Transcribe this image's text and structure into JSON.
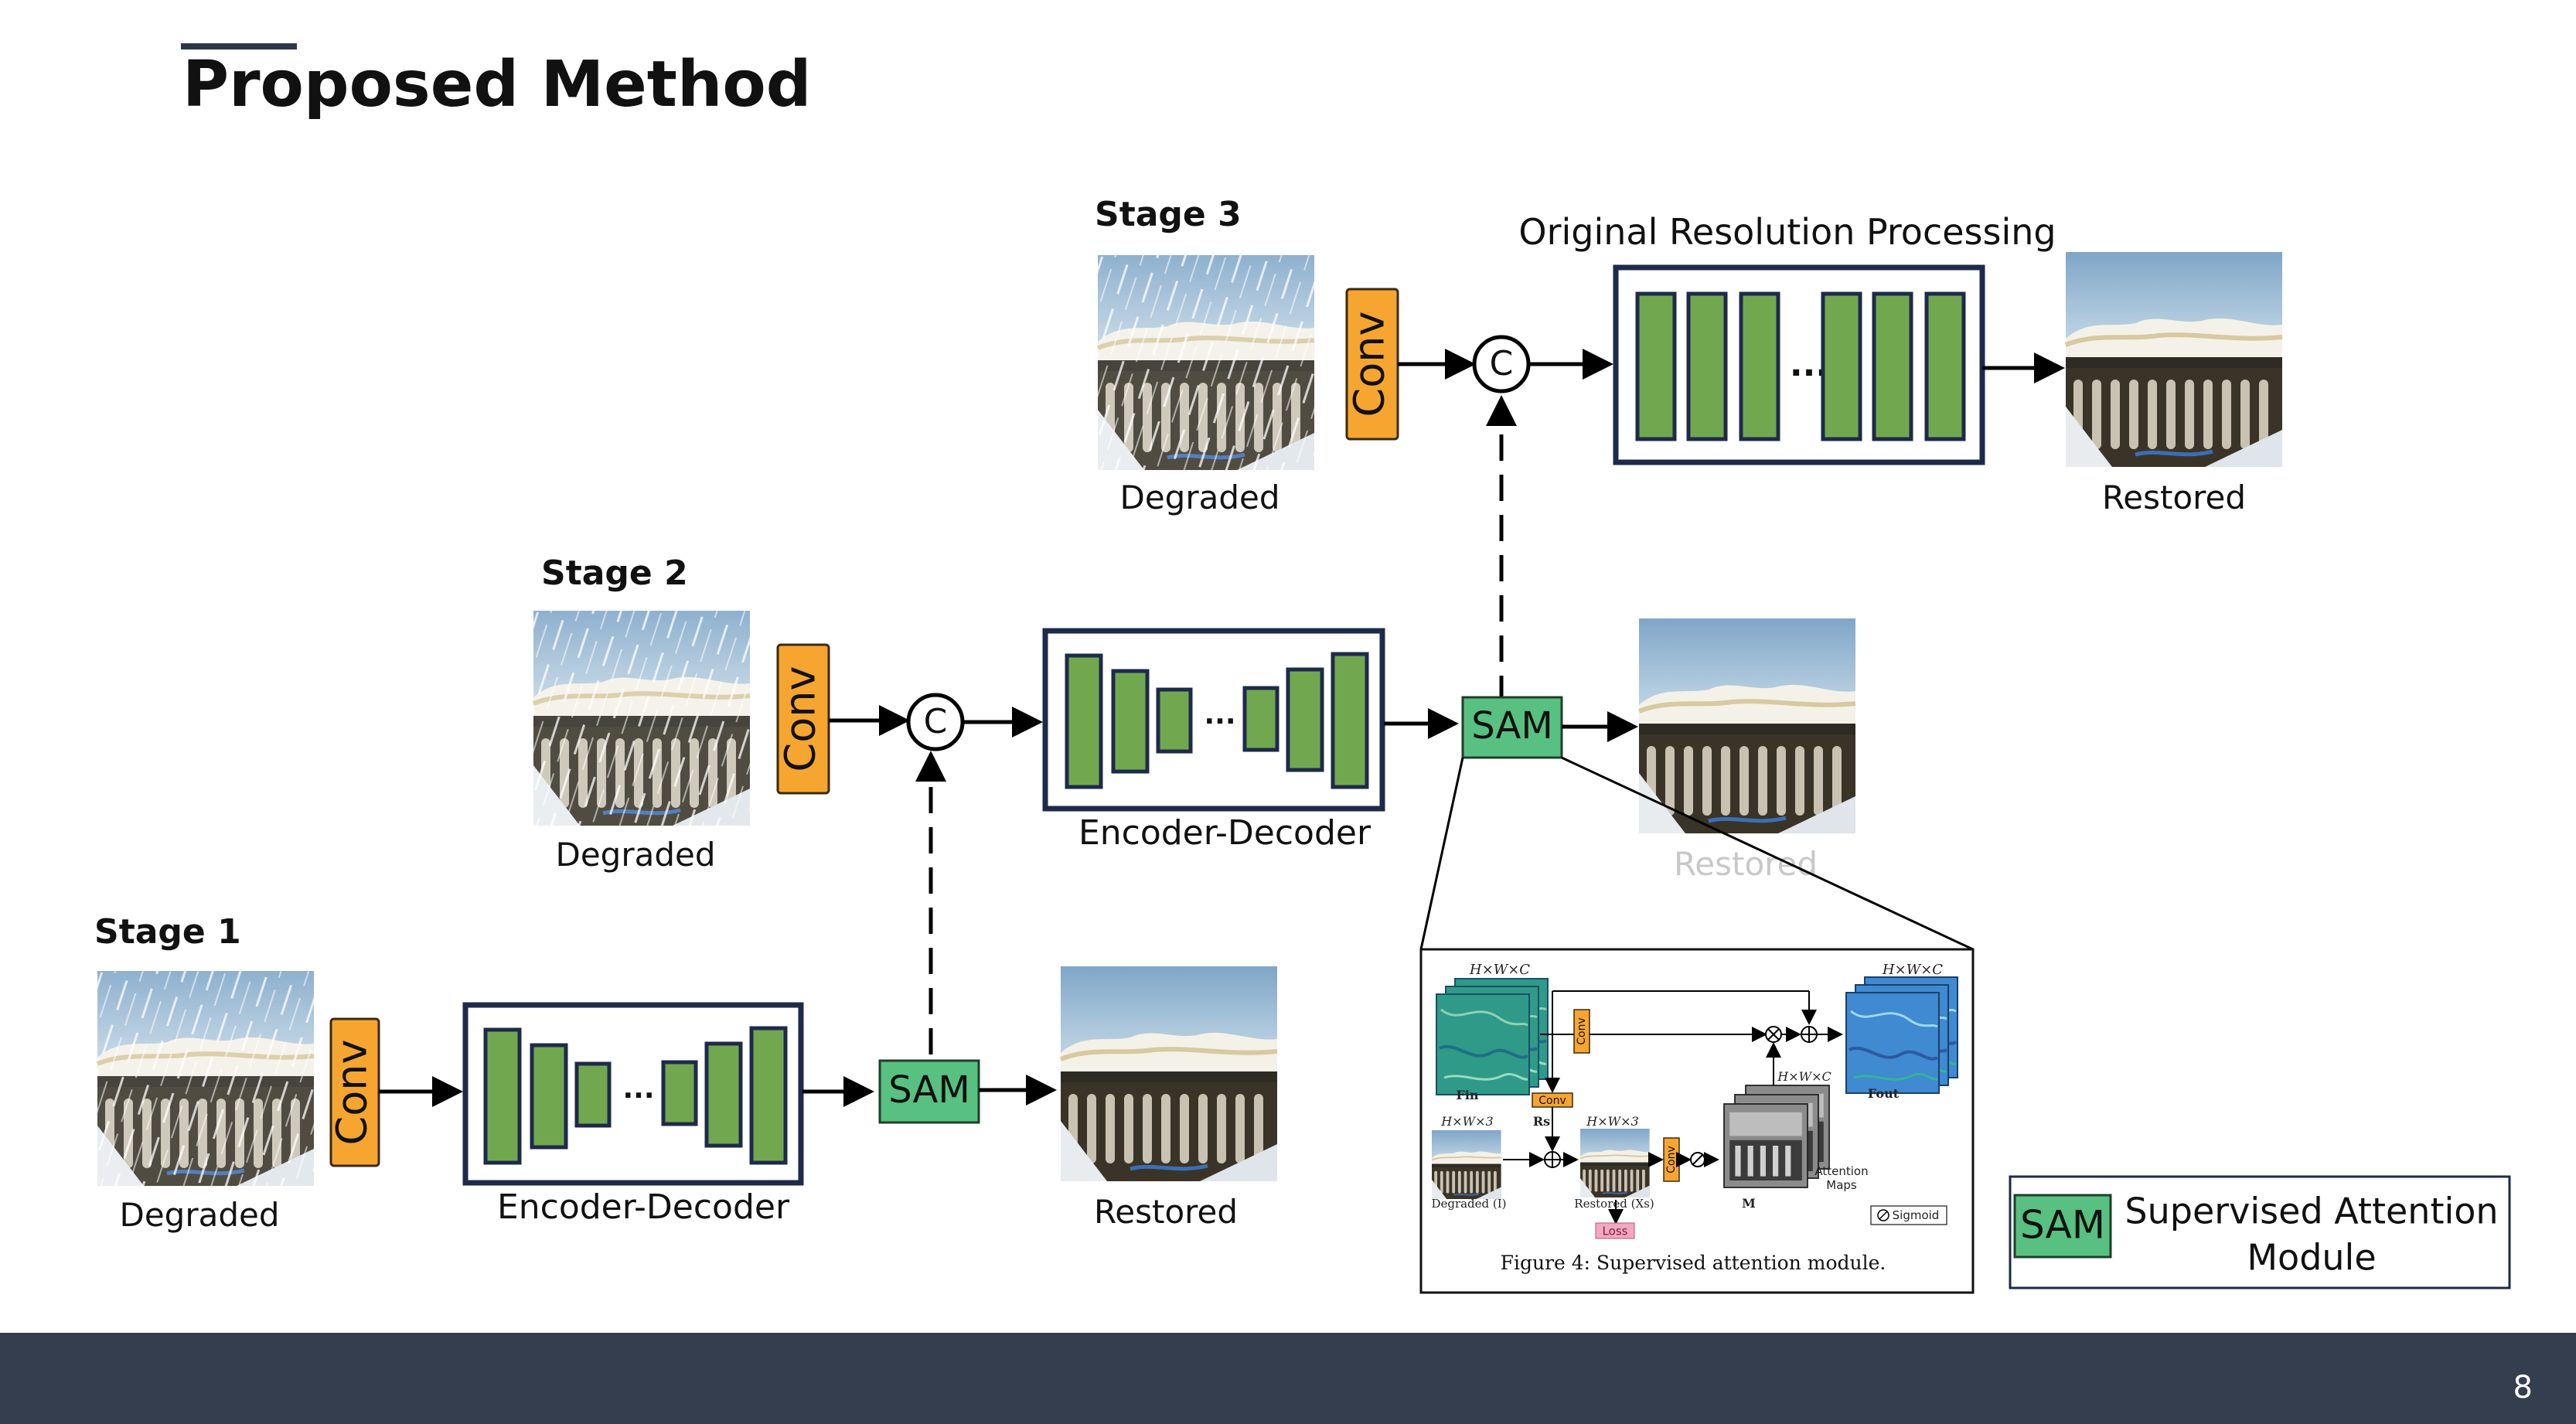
{
  "slide": {
    "title": "Proposed Method",
    "page_number": "8"
  },
  "stages": {
    "stage1": {
      "label": "Stage 1"
    },
    "stage2": {
      "label": "Stage 2"
    },
    "stage3": {
      "label": "Stage 3"
    }
  },
  "labels": {
    "degraded": "Degraded",
    "restored": "Restored",
    "encoder_decoder": "Encoder-Decoder",
    "original_resolution": "Original Resolution Processing",
    "conv": "Conv",
    "sam": "SAM",
    "concat": "C",
    "ellipsis": "..."
  },
  "legend": {
    "abbr": "SAM",
    "line1": "Supervised Attention",
    "line2": "Module"
  },
  "inset": {
    "caption": "Figure 4: Supervised attention module.",
    "fin_dims": "H×W×C",
    "fin_label": "Fin",
    "fout_dims": "H×W×C",
    "fout_label": "Fout",
    "rs_label": "Rs",
    "degraded_dims": "H×W×3",
    "degraded_label": "Degraded (I)",
    "restored_dims": "H×W×3",
    "restored_label": "Restored (Xs)",
    "maps_dims": "H×W×C",
    "m_label": "M",
    "attention_label_1": "Attention",
    "attention_label_2": "Maps",
    "loss": "Loss",
    "sigmoid": "Sigmoid",
    "conv": "Conv"
  },
  "colors": {
    "conv": "#f5a530",
    "block_green": "#71a84f",
    "sam_green": "#58c080",
    "frame": "#1e2a4a",
    "footer": "#343e4e"
  }
}
